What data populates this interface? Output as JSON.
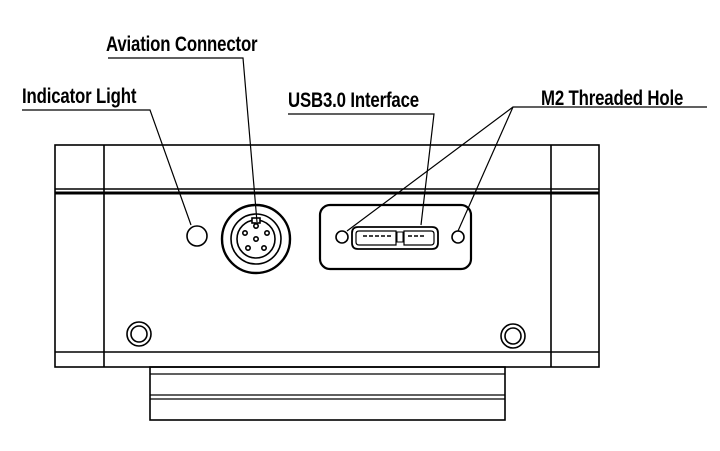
{
  "labels": {
    "aviation_connector": "Aviation Connector",
    "indicator_light": "Indicator Light",
    "usb_interface": "USB3.0 Interface",
    "m2_threaded_hole": "M2 Threaded Hole"
  },
  "colors": {
    "line": "#000000",
    "background": "#ffffff"
  }
}
